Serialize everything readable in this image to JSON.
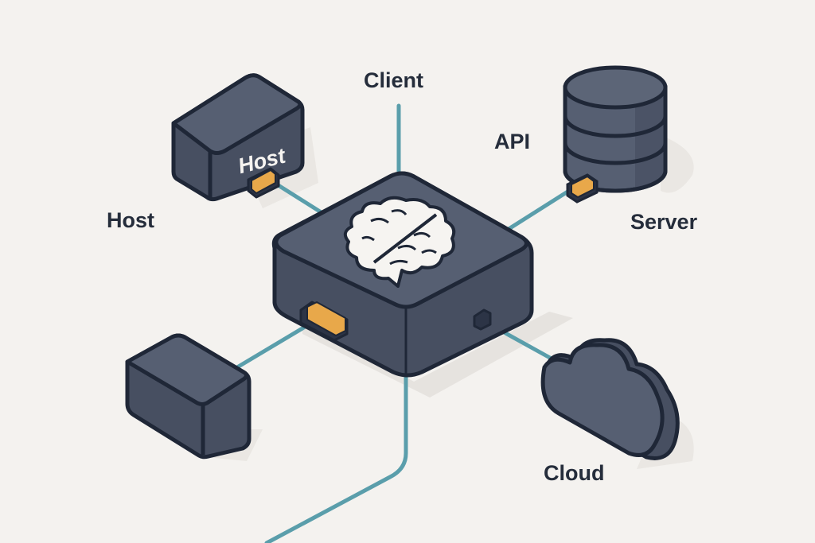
{
  "diagram": {
    "title": "",
    "colors": {
      "background": "#f4f2ef",
      "box_fill": "#565f72",
      "box_side": "#474f61",
      "outline": "#1f2737",
      "connector": "#5a9eab",
      "port": "#e8a84a",
      "label_text": "#252d3b",
      "icon_fill": "#f6f4f1"
    },
    "nodes": [
      {
        "id": "hub",
        "label": "",
        "icon": "brain-icon",
        "shape": "isometric-box"
      },
      {
        "id": "host-box",
        "label": "Host",
        "shape": "isometric-box"
      },
      {
        "id": "server",
        "label": "Server",
        "icon": "database-icon",
        "shape": "cylinder"
      },
      {
        "id": "cloud",
        "label": "Cloud",
        "icon": "cloud-icon",
        "shape": "cloud"
      },
      {
        "id": "client-box",
        "label": "",
        "shape": "isometric-box"
      }
    ],
    "labels": {
      "client": "Client",
      "api": "API",
      "host": "Host",
      "host_box_text": "Host",
      "server": "Server",
      "cloud": "Cloud"
    },
    "edges": [
      {
        "from": "hub",
        "to": "client",
        "label": "Client"
      },
      {
        "from": "hub",
        "to": "host-box",
        "label": "Host"
      },
      {
        "from": "hub",
        "to": "server",
        "label": "API"
      },
      {
        "from": "hub",
        "to": "cloud",
        "label": "Cloud"
      },
      {
        "from": "hub",
        "to": "client-box",
        "label": ""
      },
      {
        "from": "hub",
        "to": "off-canvas",
        "label": ""
      }
    ]
  }
}
